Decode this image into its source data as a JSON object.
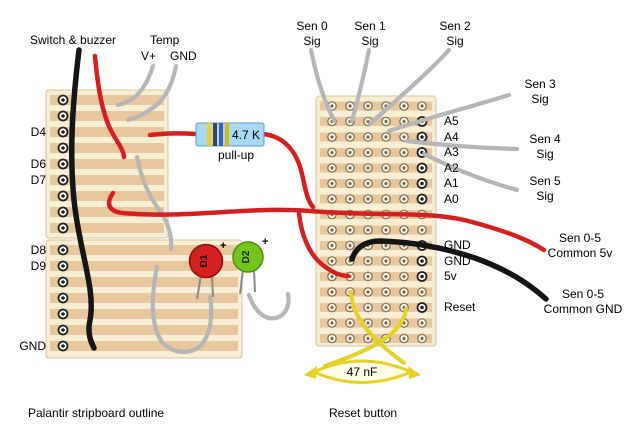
{
  "title": "Palantir stripboard outline",
  "labels": {
    "switch_buzzer": "Switch & buzzer",
    "temp": "Temp",
    "temp_vplus": "V+",
    "temp_gnd": "GND"
  },
  "sensors": {
    "sen0": {
      "name": "Sen 0",
      "sub": "Sig"
    },
    "sen1": {
      "name": "Sen 1",
      "sub": "Sig"
    },
    "sen2": {
      "name": "Sen 2",
      "sub": "Sig"
    },
    "sen3": {
      "name": "Sen 3",
      "sub": "Sig"
    },
    "sen4": {
      "name": "Sen 4",
      "sub": "Sig"
    },
    "sen5": {
      "name": "Sen 5",
      "sub": "Sig"
    },
    "common_5v": {
      "name": "Sen 0-5",
      "sub": "Common 5v"
    },
    "common_gnd": {
      "name": "Sen 0-5",
      "sub": "Common GND"
    }
  },
  "left_board": {
    "pins": [
      "D4",
      "D6",
      "D7",
      "D8",
      "D9",
      "GND"
    ]
  },
  "right_board": {
    "pins": [
      "A5",
      "A4",
      "A3",
      "A2",
      "A1",
      "A0",
      "GND",
      "GND",
      "5v",
      "Reset"
    ]
  },
  "components": {
    "resistor": {
      "value": "4.7 K",
      "caption": "pull-up"
    },
    "led1": {
      "label": "D1",
      "polarity": "+"
    },
    "led2": {
      "label": "D2",
      "polarity": "+"
    },
    "capacitor": {
      "value": "47 nF"
    },
    "reset_caption": "Reset button"
  },
  "colors": {
    "wire_black": "#151515",
    "wire_red": "#d42020",
    "wire_gray": "#b6b6b6",
    "wire_yellow": "#e6d226",
    "board_bg": "#f8eed6",
    "strip": "#e9c79e",
    "resistor_body": "#a9d9f2",
    "led1_body": "#d42020",
    "led2_body": "#74c41e"
  }
}
